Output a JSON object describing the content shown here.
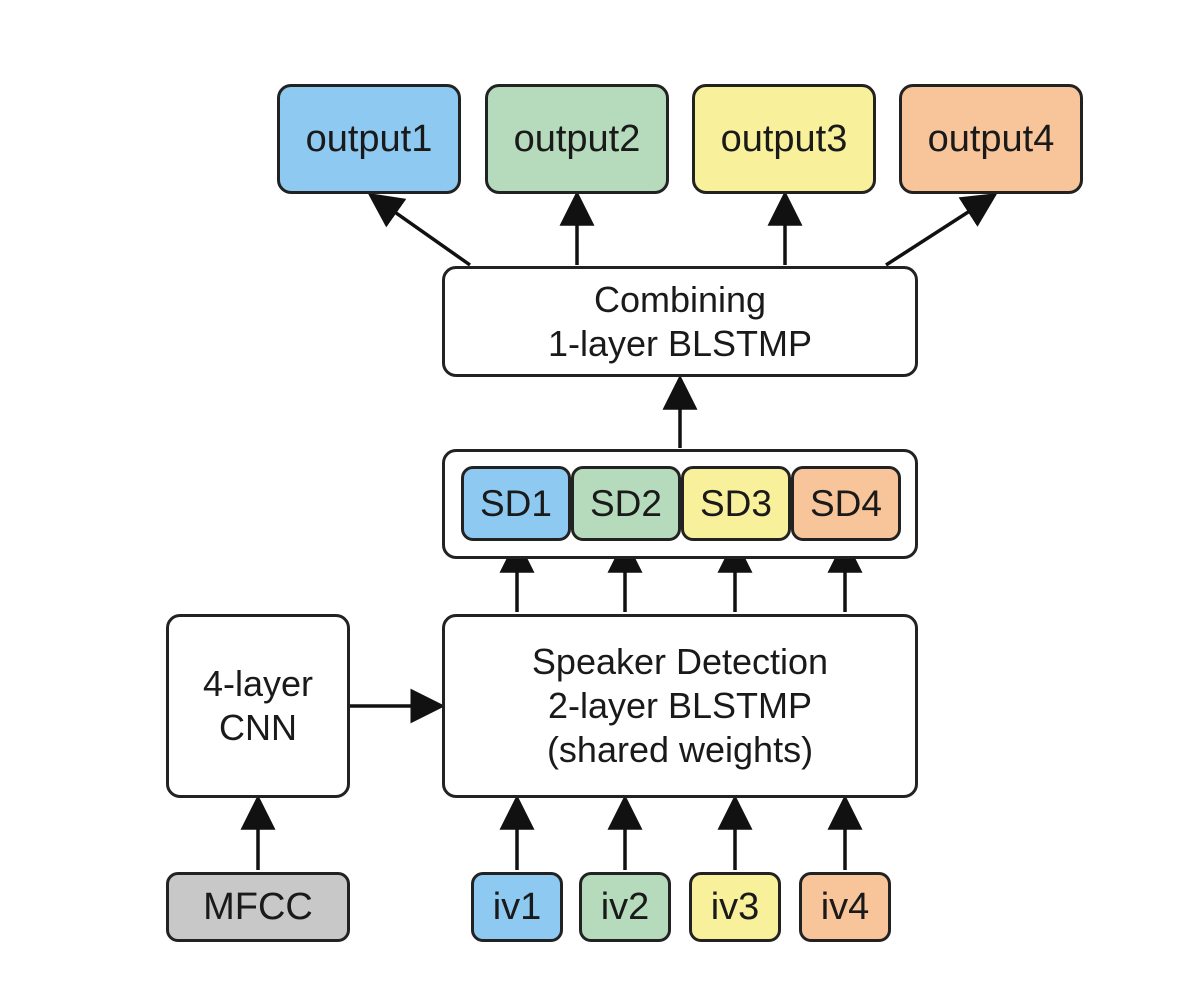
{
  "colors": {
    "blue": "#8ec9f1",
    "green": "#b5dbbc",
    "yellow": "#f8f09a",
    "orange": "#f8c59a",
    "gray": "#c8c8c8",
    "stroke": "#222222"
  },
  "outputs": [
    "output1",
    "output2",
    "output3",
    "output4"
  ],
  "combining": {
    "line1": "Combining",
    "line2": "1-layer BLSTMP"
  },
  "speaker_outputs": [
    "SD1",
    "SD2",
    "SD3",
    "SD4"
  ],
  "speaker_detection": {
    "line1": "Speaker Detection",
    "line2": "2-layer BLSTMP",
    "line3": "(shared weights)"
  },
  "cnn": {
    "line1": "4-layer",
    "line2": "CNN"
  },
  "mfcc": "MFCC",
  "ivectors": [
    "iv1",
    "iv2",
    "iv3",
    "iv4"
  ]
}
